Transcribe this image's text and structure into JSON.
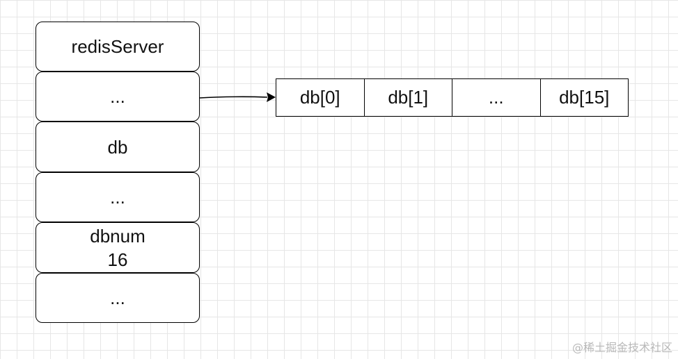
{
  "server_struct": {
    "cells": [
      {
        "lines": [
          "redisServer"
        ]
      },
      {
        "lines": [
          "..."
        ]
      },
      {
        "lines": [
          "db"
        ]
      },
      {
        "lines": [
          "..."
        ]
      },
      {
        "lines": [
          "dbnum",
          "16"
        ]
      },
      {
        "lines": [
          "..."
        ]
      }
    ]
  },
  "db_array": {
    "slots": [
      "db[0]",
      "db[1]",
      "...",
      "db[15]"
    ]
  },
  "watermark": "@稀土掘金技术社区"
}
